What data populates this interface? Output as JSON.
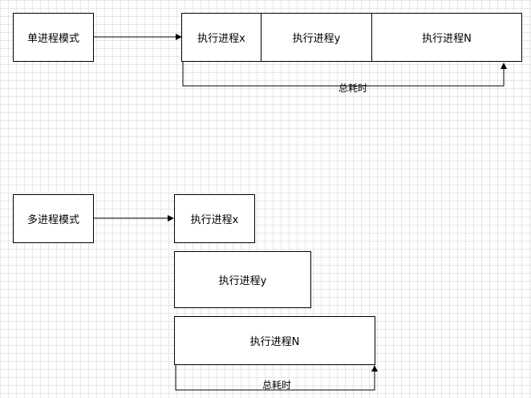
{
  "single": {
    "mode_label": "单进程模式",
    "steps": [
      "执行进程x",
      "执行进程y",
      "执行进程N"
    ],
    "total_label": "总耗时"
  },
  "multi": {
    "mode_label": "多进程模式",
    "steps": [
      "执行进程x",
      "执行进程y",
      "执行进程N"
    ],
    "total_label": "总耗时"
  },
  "colors": {
    "stroke": "#000000",
    "grid": "#e6e6e6",
    "background": "#ffffff"
  }
}
